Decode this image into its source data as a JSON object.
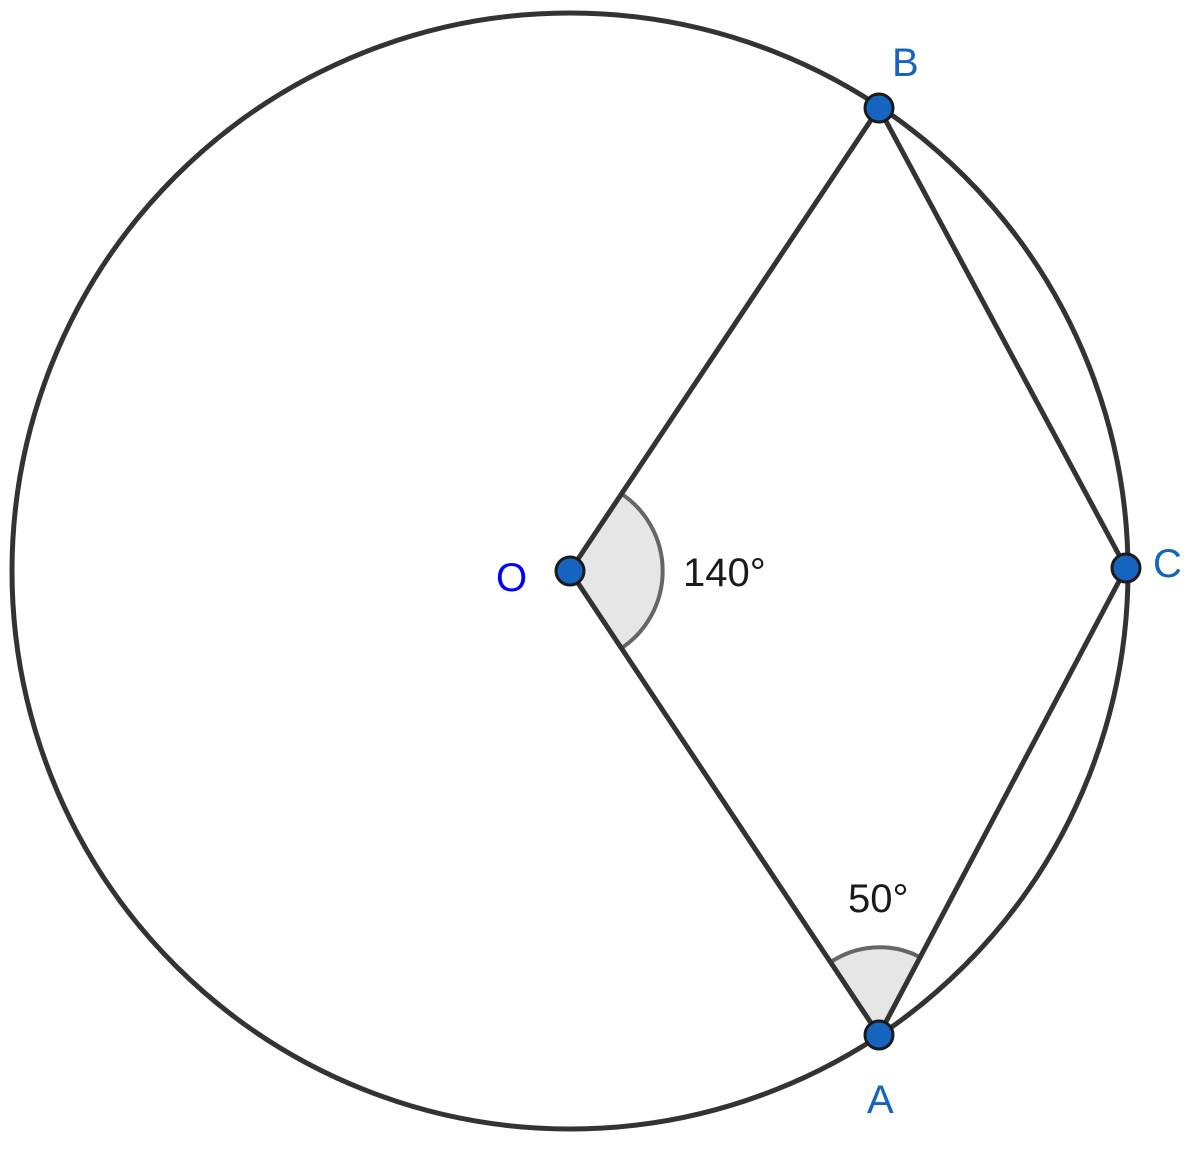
{
  "points": {
    "O": {
      "label": "O"
    },
    "A": {
      "label": "A"
    },
    "B": {
      "label": "B"
    },
    "C": {
      "label": "C"
    }
  },
  "angles": {
    "AOB": {
      "label": "140°"
    },
    "OAC": {
      "label": "50°"
    }
  },
  "colors": {
    "stroke": "#333333",
    "point_fill": "#1565c0",
    "point_stroke": "#1a1a1a",
    "label_B_C_A": "#1565c0",
    "label_O": "#0000ff",
    "angle_fill": "#e6e6e6",
    "angle_stroke": "#666666",
    "angle_text": "#1a1a1a"
  }
}
